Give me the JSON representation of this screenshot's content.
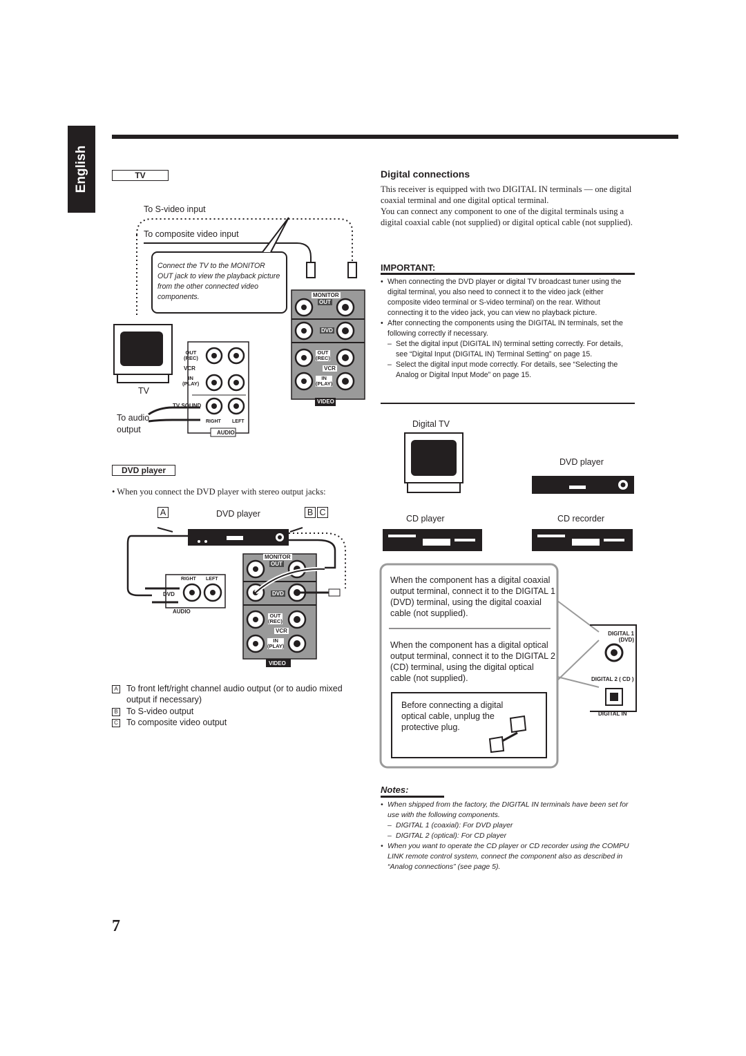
{
  "language_tab": "English",
  "page_number": "7",
  "tv_section": {
    "box_label": "TV",
    "to_svideo_input": "To S-video input",
    "to_composite_input": "To composite video input",
    "callout": "Connect the TV to the MONITOR OUT jack to view the playback picture from the other connected video components.",
    "tv_label": "TV",
    "to_audio_output": "To audio\noutput",
    "panel": {
      "monitor": "MONITOR",
      "out": "OUT",
      "dvd": "DVD",
      "out_rec": "OUT\n(REC)",
      "vcr": "VCR",
      "in_play": "IN\n(PLAY)",
      "video": "VIDEO",
      "tv_sound": "TV SOUND",
      "right": "RIGHT",
      "left": "LEFT",
      "audio": "AUDIO"
    }
  },
  "dvd_section": {
    "box_label": "DVD player",
    "bullet": "When you connect the DVD player with stereo output jacks:",
    "marker_a": "A",
    "marker_b": "B",
    "marker_c": "C",
    "dvd_player": "DVD player",
    "legend": [
      {
        "key": "A",
        "text": "To front left/right channel audio output (or to audio mixed output if necessary)"
      },
      {
        "key": "B",
        "text": "To S-video output"
      },
      {
        "key": "C",
        "text": "To composite video output"
      }
    ]
  },
  "digital": {
    "title": "Digital connections",
    "intro_1": "This receiver is equipped with two DIGITAL IN terminals — one digital coaxial terminal and one digital optical terminal.",
    "intro_2": "You can connect any component to one of the digital terminals using a digital coaxial cable (not supplied) or digital optical cable (not supplied).",
    "important_title": "IMPORTANT:",
    "important_1": "When connecting the DVD player or digital TV broadcast tuner using the digital terminal, you also need to connect it to the video jack (either composite video terminal or S-video terminal) on the rear. Without connecting it to the video jack, you can view no playback picture.",
    "important_2": "After connecting the components using the DIGITAL IN terminals, set the following correctly if necessary.",
    "important_2a": "Set the digital input (DIGITAL IN) terminal setting correctly. For details, see “Digital Input (DIGITAL IN) Terminal Setting” on page 15.",
    "important_2b": "Select the digital input mode correctly. For details, see “Selecting the Analog or Digital Input Mode” on page 15.",
    "digital_tv": "Digital TV",
    "dvd_player": "DVD player",
    "cd_player": "CD player",
    "cd_recorder": "CD recorder",
    "coax_text": "When the component has a digital coaxial output terminal, connect it to the DIGITAL 1 (DVD) terminal, using the digital coaxial cable (not supplied).",
    "optical_text": "When the component has a digital optical output terminal, connect it to the DIGITAL 2 (CD) terminal, using the digital optical cable (not supplied).",
    "plug_text": "Before connecting a digital optical cable, unplug the protective plug.",
    "digital1": "DIGITAL 1",
    "digital1_sub": "(DVD)",
    "digital2": "DIGITAL 2 ( CD )",
    "digital_in": "DIGITAL IN"
  },
  "notes": {
    "title": "Notes:",
    "n1": "When shipped from the factory, the DIGITAL IN terminals have been set for use with the following components.",
    "n1a": "DIGITAL 1 (coaxial): For DVD player",
    "n1b": "DIGITAL 2 (optical): For CD player",
    "n2": "When you want to operate the CD player or CD recorder using the COMPU LINK remote control system, connect the component also as described in “Analog connections” (see page 5)."
  },
  "colors": {
    "ink": "#231f20",
    "panel_gray": "#9a9a9a",
    "panel_dark": "#4a4a4a"
  }
}
